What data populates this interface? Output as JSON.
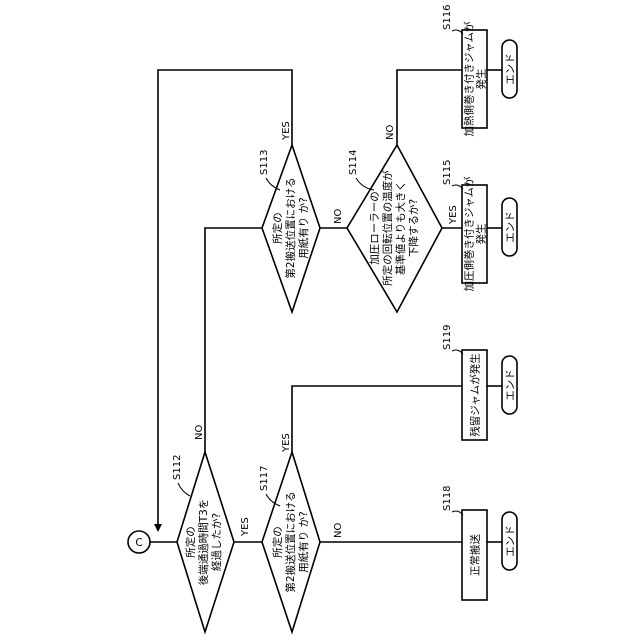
{
  "connector": "C",
  "steps": {
    "s112": "S112",
    "s113": "S113",
    "s114": "S114",
    "s115": "S115",
    "s116": "S116",
    "s117": "S117",
    "s118": "S118",
    "s119": "S119"
  },
  "decisions": {
    "d112": [
      "所定の",
      "後端通過時間T3を",
      "経過したか?"
    ],
    "d113": [
      "所定の",
      "第2搬送位置における",
      "用紙有り か?"
    ],
    "d114": [
      "加圧ローラーの",
      "所定の回転位置の温度が",
      "基準値よりも大きく",
      "下降するか?"
    ],
    "d117": [
      "所定の",
      "第2搬送位置における",
      "用紙有り か?"
    ]
  },
  "processes": {
    "p116": [
      "加熱側巻き付きジャムが",
      "発生"
    ],
    "p115": [
      "加圧側巻き付きジャムが",
      "発生"
    ],
    "p119": [
      "残留ジャムが発生"
    ],
    "p118": [
      "正常搬送"
    ]
  },
  "terminal_label": "エンド",
  "branch_labels": {
    "yes": "YES",
    "no": "NO"
  }
}
